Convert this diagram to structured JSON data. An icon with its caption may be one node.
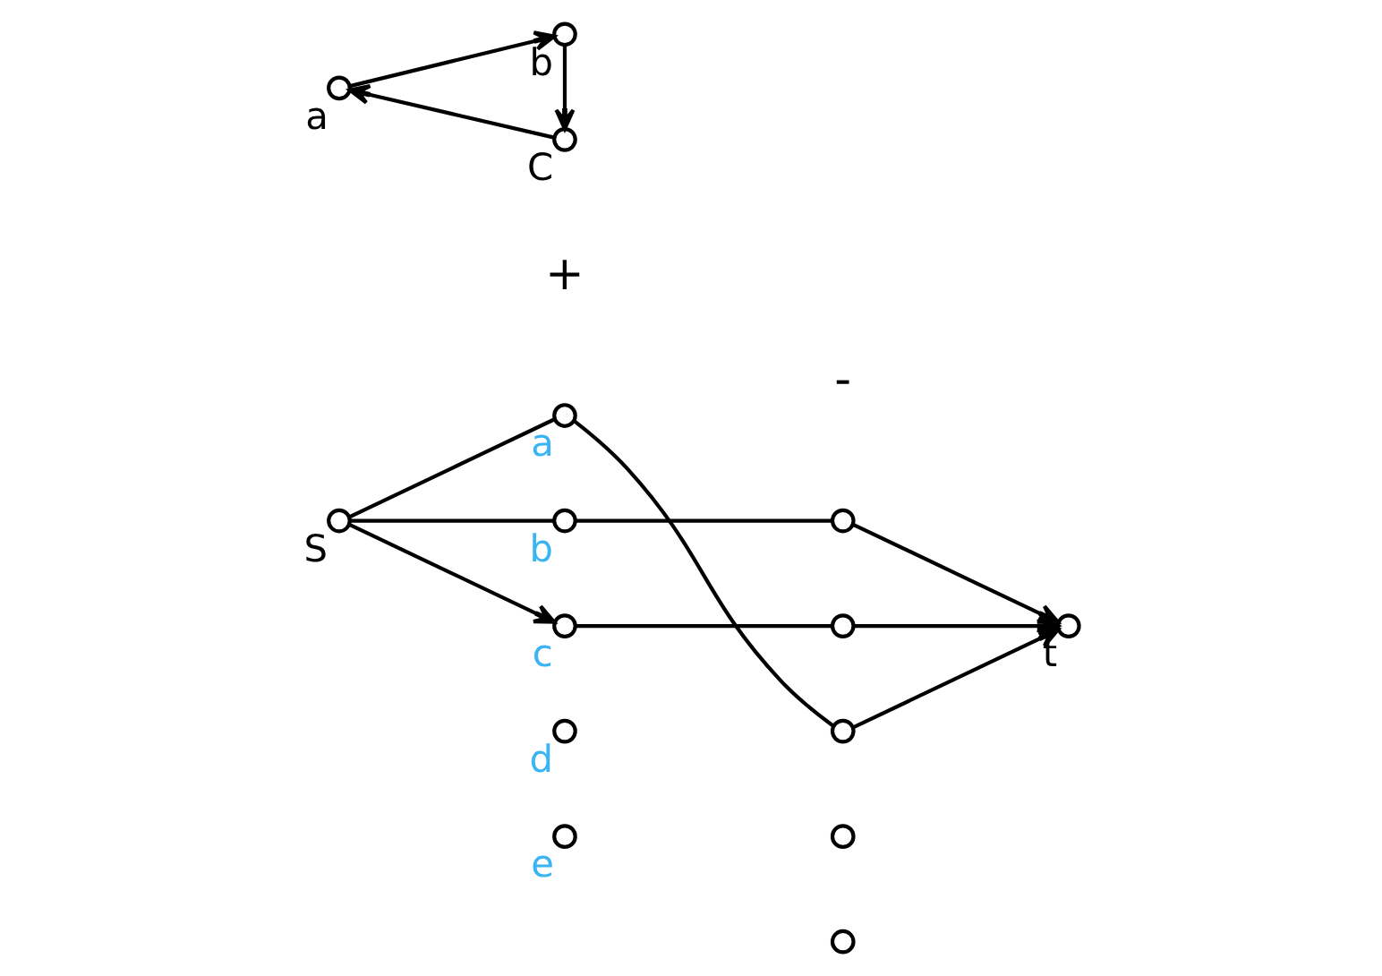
{
  "diagram": {
    "nodes": [
      {
        "text": [],
        "shape": "circle",
        "beside": [
          "a"
        ]
      },
      {
        "text": [],
        "shape": "circle",
        "beside": [
          "b"
        ]
      },
      {
        "text": [],
        "shape": "circle",
        "beside": [
          "C"
        ]
      },
      {
        "text": [],
        "shape": "circle",
        "beside": [
          "S"
        ]
      },
      {
        "text": [],
        "shape": "circle",
        "beside": [
          "a"
        ]
      },
      {
        "text": [],
        "shape": "circle",
        "beside": [
          "b"
        ]
      },
      {
        "text": [],
        "shape": "circle",
        "beside": [
          "c"
        ]
      },
      {
        "text": [],
        "shape": "circle",
        "beside": [
          "d"
        ]
      },
      {
        "text": [],
        "shape": "circle",
        "beside": [
          "e"
        ]
      },
      {
        "text": [],
        "shape": "circle"
      },
      {
        "text": [],
        "shape": "circle"
      },
      {
        "text": [],
        "shape": "circle"
      },
      {
        "text": [],
        "shape": "circle"
      },
      {
        "text": [],
        "shape": "circle"
      },
      {
        "text": [],
        "shape": "circle",
        "beside": [
          "t"
        ]
      }
    ],
    "edges": [
      {
        "from": 0,
        "to": 1,
        "arrow": "to"
      },
      {
        "from": 1,
        "to": 2,
        "arrow": "to"
      },
      {
        "from": 2,
        "to": 0,
        "arrow": "to"
      },
      {
        "from": 3,
        "to": 4,
        "arrow": "none"
      },
      {
        "from": 3,
        "to": 5,
        "arrow": "none"
      },
      {
        "from": 3,
        "to": 6,
        "arrow": "to"
      },
      {
        "from": 4,
        "to": 11,
        "arrow": "none"
      },
      {
        "from": 5,
        "to": 9,
        "arrow": "none"
      },
      {
        "from": 6,
        "to": 10,
        "arrow": "none"
      },
      {
        "from": 9,
        "to": 14,
        "arrow": "to"
      },
      {
        "from": 10,
        "to": 14,
        "arrow": "to"
      },
      {
        "from": 11,
        "to": 14,
        "arrow": "to"
      }
    ],
    "labels": [
      "+",
      "-"
    ]
  }
}
